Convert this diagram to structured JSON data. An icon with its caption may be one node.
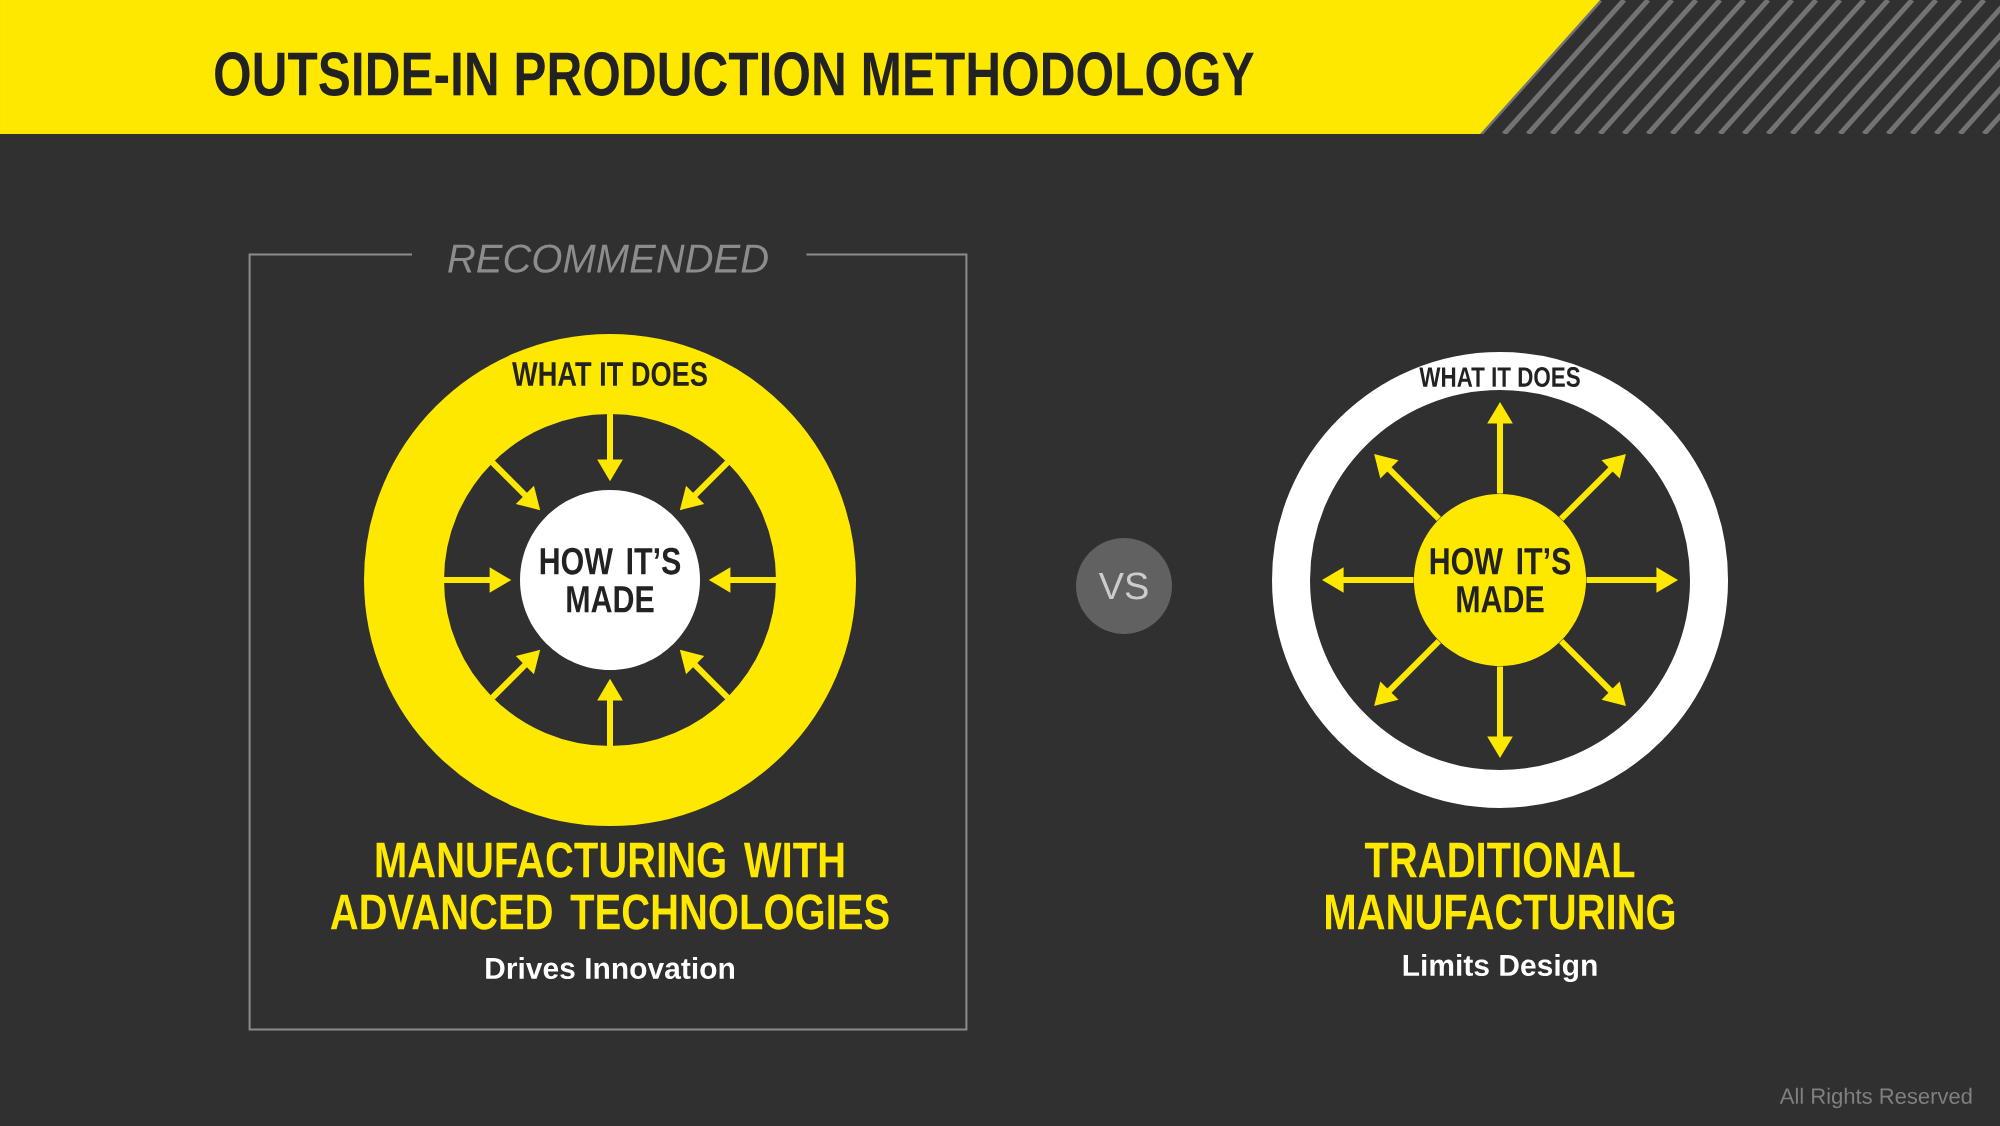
{
  "diagram": {
    "title": "OUTSIDE-IN PRODUCTION METHODOLOGY",
    "nodes": [
      {
        "text": [
          "RECOMMENDED"
        ]
      },
      {
        "text": [
          "WHAT IT DOES"
        ],
        "in": 0
      },
      {
        "text": [
          "HOW IT’S MADE"
        ],
        "in": 1
      },
      {
        "text": [
          "VS"
        ]
      },
      {
        "text": [
          "WHAT IT DOES"
        ]
      },
      {
        "text": [
          "HOW IT’S MADE"
        ],
        "in": 4
      }
    ],
    "edges": [
      {
        "from": 1,
        "to": 2,
        "arrow": "to"
      },
      {
        "from": 1,
        "to": 2,
        "arrow": "to"
      },
      {
        "from": 1,
        "to": 2,
        "arrow": "to"
      },
      {
        "from": 1,
        "to": 2,
        "arrow": "to"
      },
      {
        "from": 1,
        "to": 2,
        "arrow": "to"
      },
      {
        "from": 1,
        "to": 2,
        "arrow": "to"
      },
      {
        "from": 1,
        "to": 2,
        "arrow": "to"
      },
      {
        "from": 1,
        "to": 2,
        "arrow": "to"
      },
      {
        "from": 5,
        "to": 4,
        "arrow": "to"
      },
      {
        "from": 5,
        "to": 4,
        "arrow": "to"
      },
      {
        "from": 5,
        "to": 4,
        "arrow": "to"
      },
      {
        "from": 5,
        "to": 4,
        "arrow": "to"
      },
      {
        "from": 5,
        "to": 4,
        "arrow": "to"
      },
      {
        "from": 5,
        "to": 4,
        "arrow": "to"
      },
      {
        "from": 5,
        "to": 4,
        "arrow": "to"
      },
      {
        "from": 5,
        "to": 4,
        "arrow": "to"
      }
    ],
    "labels": [
      "MANUFACTURING WITH ADVANCED TECHNOLOGIES",
      "Drives Innovation",
      "TRADITIONAL MANUFACTURING",
      "Limits Design",
      "All Rights Reserved"
    ]
  }
}
